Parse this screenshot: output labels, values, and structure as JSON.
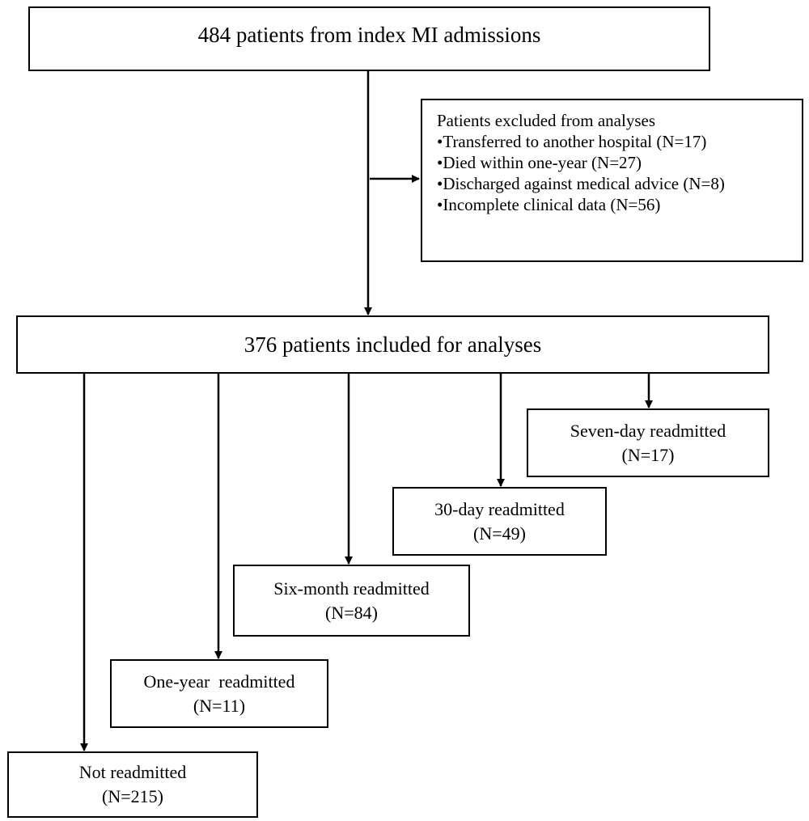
{
  "flow": {
    "top": {
      "label": "484 patients from index MI admissions"
    },
    "excluded": {
      "title": "Patients excluded from analyses",
      "items": [
        "•Transferred to another hospital (N=17)",
        "•Died within one-year  (N=27)",
        "•Discharged against medical advice (N=8)",
        "•Incomplete clinical data (N=56)"
      ]
    },
    "included": {
      "label": "376 patients included for analyses"
    },
    "outcomes": {
      "seven_day": {
        "label": "Seven-day readmitted",
        "n": "(N=17)"
      },
      "thirty_day": {
        "label": "30-day readmitted",
        "n": "(N=49)"
      },
      "six_month": {
        "label": "Six-month readmitted",
        "n": "(N=84)"
      },
      "one_year": {
        "label": "One-year  readmitted",
        "n": "(N=11)"
      },
      "not_readmitted": {
        "label": "Not readmitted",
        "n": "(N=215)"
      }
    }
  }
}
